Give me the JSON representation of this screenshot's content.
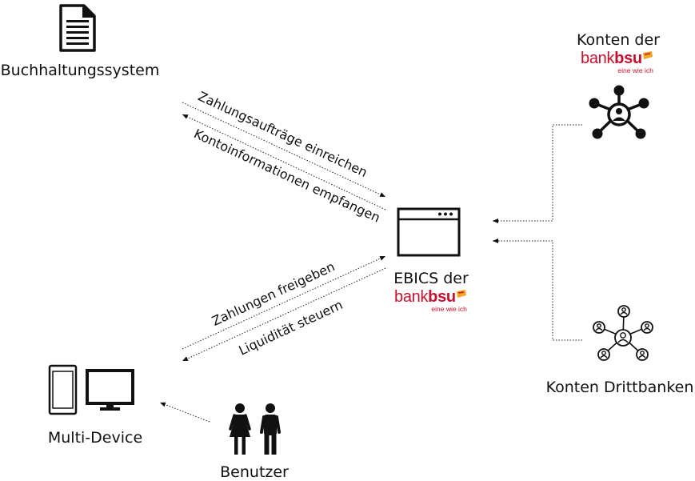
{
  "nodes": {
    "accounting": {
      "label": "Buchhaltungssystem",
      "icon": "document-icon"
    },
    "bank_accounts": {
      "label_top": "Konten der",
      "icon": "network-user-icon"
    },
    "ebics": {
      "label": "EBICS der",
      "icon": "browser-window-icon"
    },
    "third_party": {
      "label": "Konten Drittbanken",
      "icon": "network-users-icon"
    },
    "devices": {
      "label": "Multi-Device",
      "icon": "phone-monitor-icon"
    },
    "users": {
      "label": "Benutzer",
      "icon": "people-icon"
    }
  },
  "brand": {
    "part1": "bank",
    "part2": "bsu",
    "tagline": "eine wie ich",
    "color": "#c8102e",
    "accent": "#f5a623"
  },
  "edges": {
    "e1": "Zahlungsaufträge einreichen",
    "e2": "Kontoinformationen empfangen",
    "e3": "Zahlungen freigeben",
    "e4": "Liquidität steuern"
  }
}
